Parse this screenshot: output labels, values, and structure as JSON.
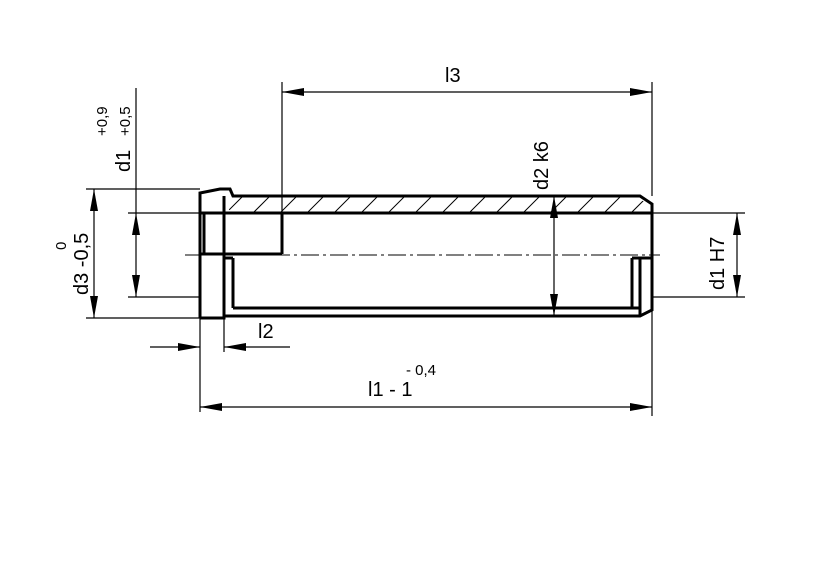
{
  "drawing": {
    "dimensions": {
      "l3": "l3",
      "l2": "l2",
      "l1": "l1 - 1",
      "l1_tol": "- 0,4",
      "d2": "d2 k6",
      "d1_right": "d1 H7",
      "d1_left": "d1",
      "d1_left_tol_upper": "+0,9",
      "d1_left_tol_lower": "+0,5",
      "d3": "d3 -0,5",
      "d3_tol_upper": "0"
    }
  }
}
